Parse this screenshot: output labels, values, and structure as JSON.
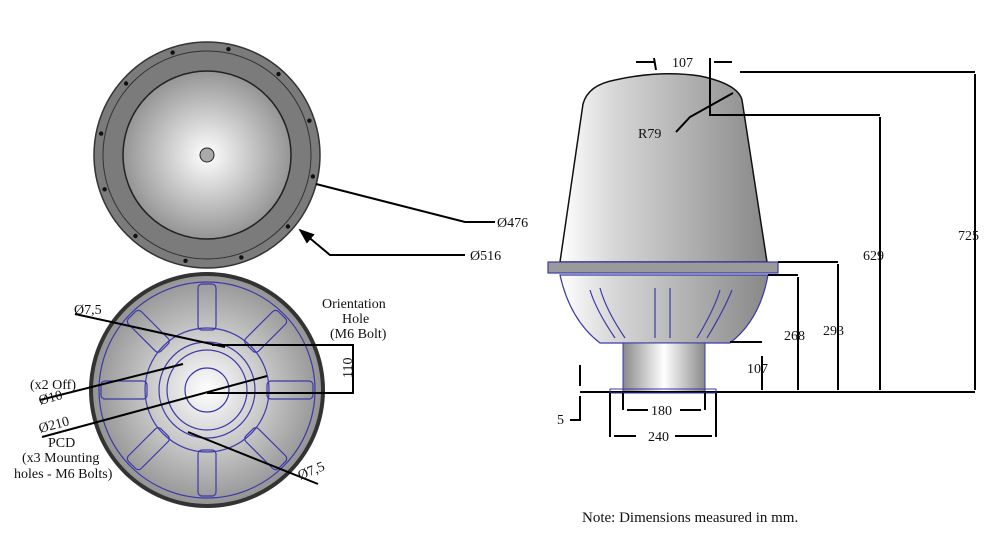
{
  "top_view": {
    "dia_inner": "Ø476",
    "dia_outer": "Ø516"
  },
  "bottom_view": {
    "hole_top": "Ø7,5",
    "orientation_line1": "Orientation",
    "orientation_line2": "Hole",
    "orientation_line3": "(M6 Bolt)",
    "offset_110": "110",
    "off_label": "(x2 Off)",
    "dia_10": "Ø10",
    "dia_210": "Ø210",
    "pcd": "PCD",
    "mount_line1": "(x3 Mounting",
    "mount_line2": "holes - M6 Bolts)",
    "hole_bottom": "Ø7,5"
  },
  "side_view": {
    "top_width": "107",
    "radius": "R79",
    "h725": "725",
    "h629": "629",
    "h293": "293",
    "h268": "268",
    "h107": "107",
    "t5": "5",
    "w180": "180",
    "w240": "240"
  },
  "note": "Note: Dimensions measured in mm.",
  "colors": {
    "outline_blue": "#3a3aa8",
    "body_gray": "#9a9a9a"
  }
}
